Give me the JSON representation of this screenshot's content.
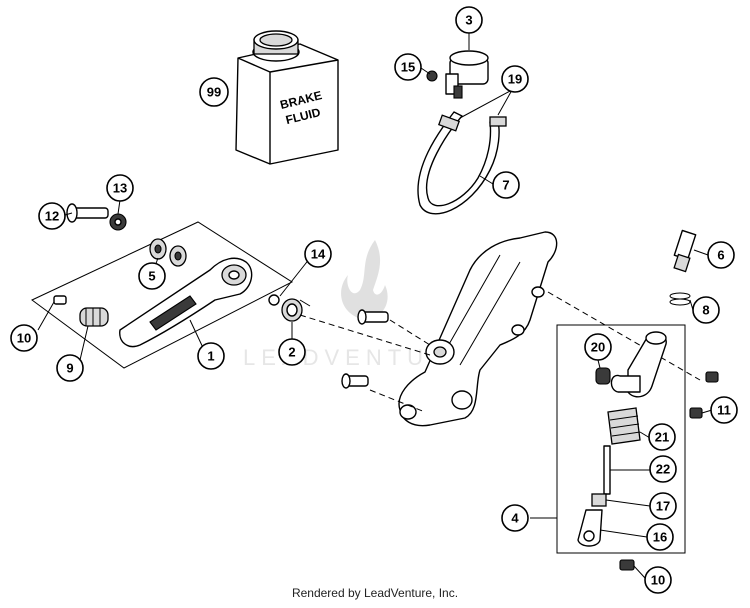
{
  "diagram": {
    "callouts": [
      "1",
      "2",
      "3",
      "4",
      "5",
      "6",
      "7",
      "8",
      "9",
      "10",
      "11",
      "12",
      "13",
      "14",
      "15",
      "16",
      "17",
      "19",
      "20",
      "21",
      "22",
      "99",
      "10"
    ],
    "fluid_label_line1": "BRAKE",
    "fluid_label_line2": "FLUID"
  },
  "watermark": "LEADVENTURE",
  "footer": "Rendered by LeadVenture, Inc."
}
